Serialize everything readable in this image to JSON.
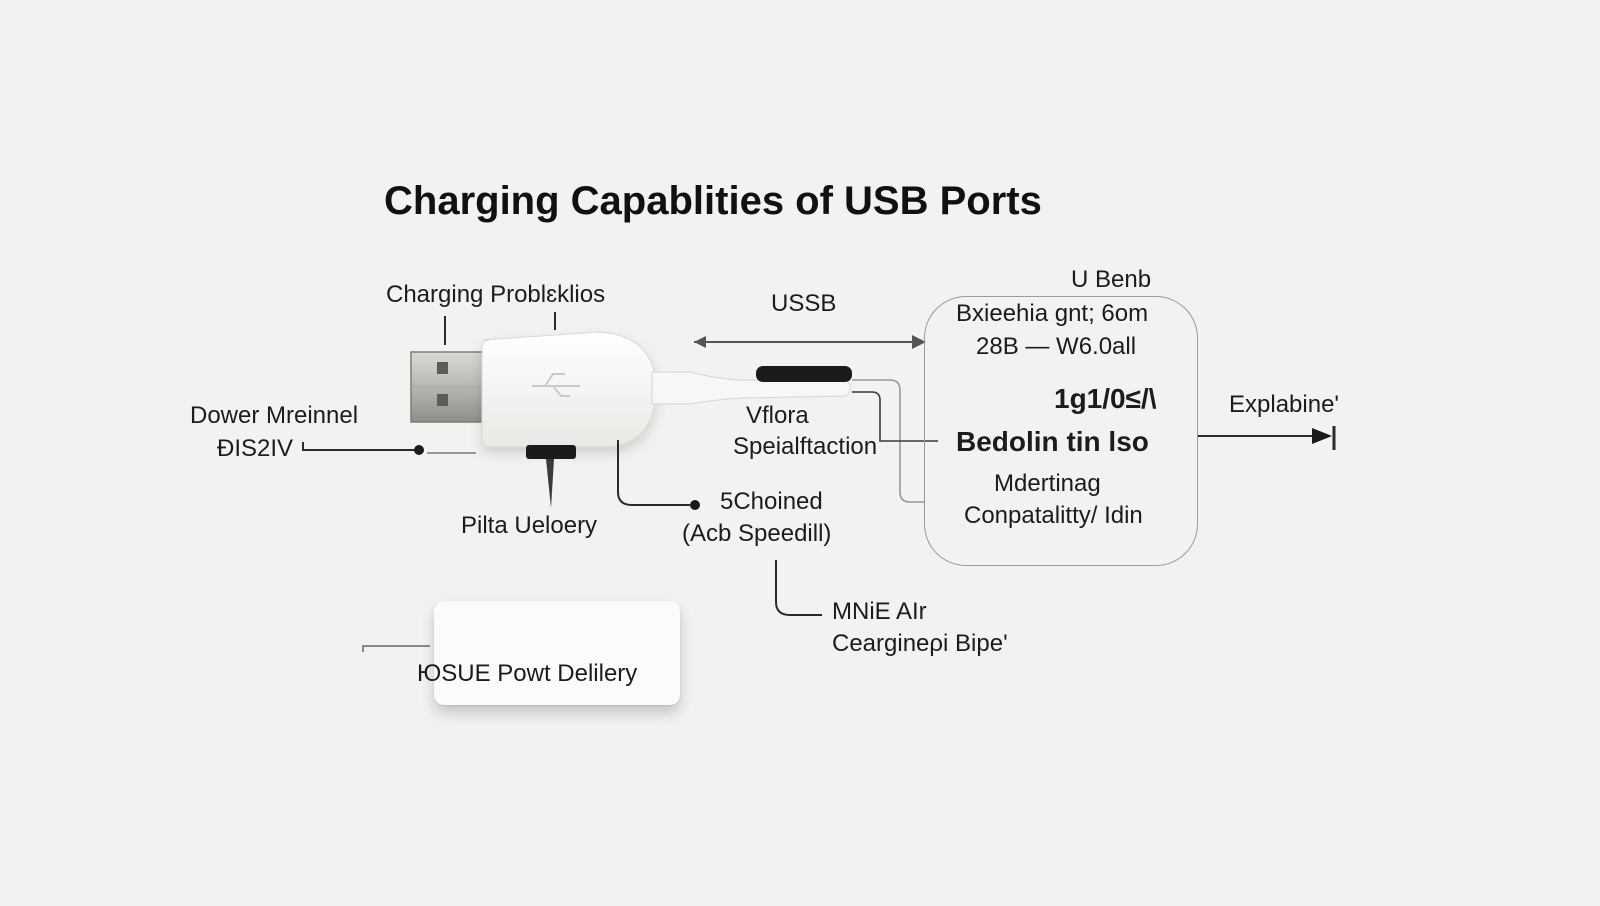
{
  "title": "Charging Capablities of USB Ports",
  "labels": {
    "charging_problems": "Charging Problɛklios",
    "ussb": "USSB",
    "u_benb": "U Benb",
    "spec_line1": "Bxieehia gnt; 6om",
    "spec_line2": "28B — W6.0all",
    "rating": "1g1/0≤/\\",
    "bedolin": "Bedolin tin lso",
    "mdertinag": "Mdertinag",
    "compat": "Conpatalitty/ Idin",
    "explaine": "Explabine'",
    "dower_line1": "Dower Mreinnel",
    "dower_line2": "ĐIS2IV",
    "vflora_line1": "Vflora",
    "vflora_line2": "Speialftaction",
    "pilta": "Pilta Ueloery",
    "choined_line1": "5Choined",
    "choined_line2": "(Acb Speedill)",
    "mnie_line1": "MNiE AIr",
    "mnie_line2": "Ceargineρi Bipe'",
    "power_delivery": "ЮSUE Powt Delilery"
  },
  "colors": {
    "background": "#f2f2f0",
    "text": "#1a1a1a",
    "line": "#2a2a2a",
    "box_border": "#9a9a9a",
    "device_white": "#fbfbfa"
  },
  "icons": {
    "usb_plug": "usb-plug-icon",
    "arrow_right": "arrow-right-icon",
    "double_arrow": "double-arrow-icon"
  }
}
